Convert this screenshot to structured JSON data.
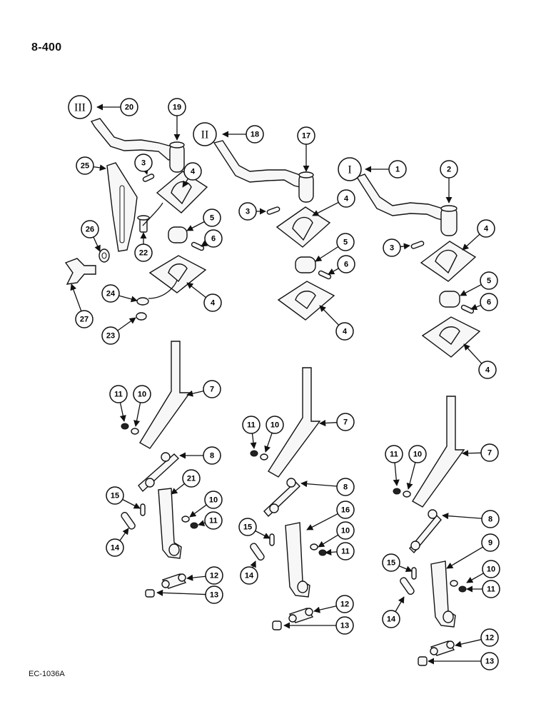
{
  "page_number": "8-400",
  "figure_code": "EC-1036A",
  "gear_range_marks": [
    "III",
    "II",
    "I"
  ],
  "callouts": [
    "1",
    "2",
    "3",
    "4",
    "5",
    "6",
    "7",
    "8",
    "9",
    "10",
    "11",
    "12",
    "13",
    "14",
    "15",
    "16",
    "17",
    "18",
    "19",
    "20",
    "21",
    "22",
    "23",
    "24",
    "25",
    "26",
    "27"
  ]
}
